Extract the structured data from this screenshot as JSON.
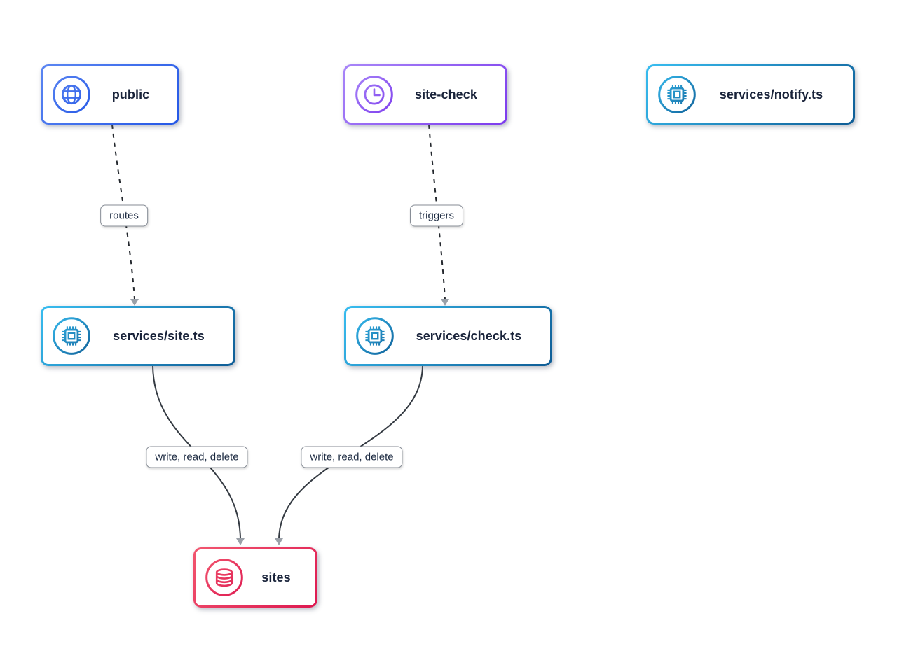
{
  "diagram": {
    "background": "#ffffff",
    "nodes": [
      {
        "id": "public",
        "label": "public",
        "icon": "globe-icon",
        "accent_from": "#5b86f2",
        "accent_to": "#2457e6"
      },
      {
        "id": "site-check",
        "label": "site-check",
        "icon": "clock-icon",
        "accent_from": "#a886f8",
        "accent_to": "#7c3aed"
      },
      {
        "id": "services-notify",
        "label": "services/notify.ts",
        "icon": "chip-icon",
        "accent_from": "#38bdf0",
        "accent_to": "#0e5c95"
      },
      {
        "id": "services-site",
        "label": "services/site.ts",
        "icon": "chip-icon",
        "accent_from": "#38bdf0",
        "accent_to": "#0e5c95"
      },
      {
        "id": "services-check",
        "label": "services/check.ts",
        "icon": "chip-icon",
        "accent_from": "#38bdf0",
        "accent_to": "#0e5c95"
      },
      {
        "id": "sites",
        "label": "sites",
        "icon": "database-icon",
        "accent_from": "#f2566f",
        "accent_to": "#dd1850"
      }
    ],
    "edges": [
      {
        "from": "public",
        "to": "services-site",
        "label": "routes",
        "style": "dashed"
      },
      {
        "from": "site-check",
        "to": "services-check",
        "label": "triggers",
        "style": "dashed"
      },
      {
        "from": "services-site",
        "to": "sites",
        "label": "write, read, delete",
        "style": "solid"
      },
      {
        "from": "services-check",
        "to": "sites",
        "label": "write, read, delete",
        "style": "solid"
      }
    ],
    "edge_style": {
      "line_color": "#24282e",
      "arrowhead_color": "#9aa0a8",
      "label_border": "#878d96",
      "label_text": "#1b2940"
    }
  }
}
